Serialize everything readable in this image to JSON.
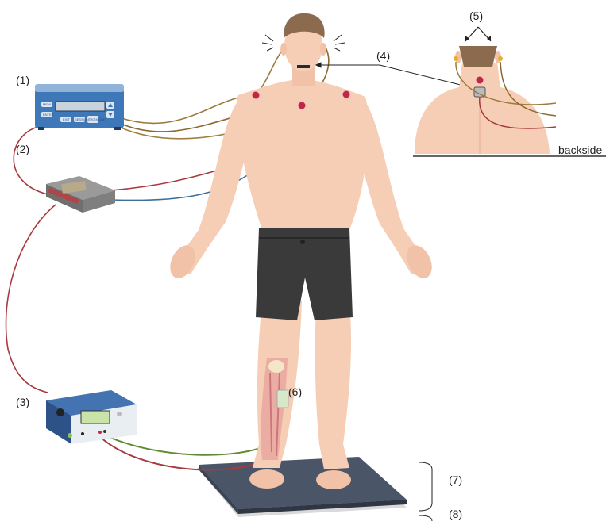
{
  "labels": {
    "n1": "(1)",
    "n2": "(2)",
    "n3": "(3)",
    "n4": "(4)",
    "n5": "(5)",
    "n6": "(6)",
    "n7": "(7)",
    "n8": "(8)",
    "backside": "backside"
  },
  "device1": {
    "buttons": [
      "MENU",
      "ENTER",
      "EXIT",
      "SESSION",
      "TRG MODE"
    ]
  },
  "colors": {
    "skin": "#f6cdb5",
    "skin_shadow": "#e9b89d",
    "hair": "#8b6a4e",
    "shorts": "#3a3a3a",
    "electrode": "#c0264a",
    "wire_brown": "#9c7a3a",
    "wire_red": "#a83a40",
    "wire_blue": "#3c6f9c",
    "wire_green": "#5f8a32",
    "device_blue": "#3e78b8",
    "platform": "#4a5568"
  }
}
